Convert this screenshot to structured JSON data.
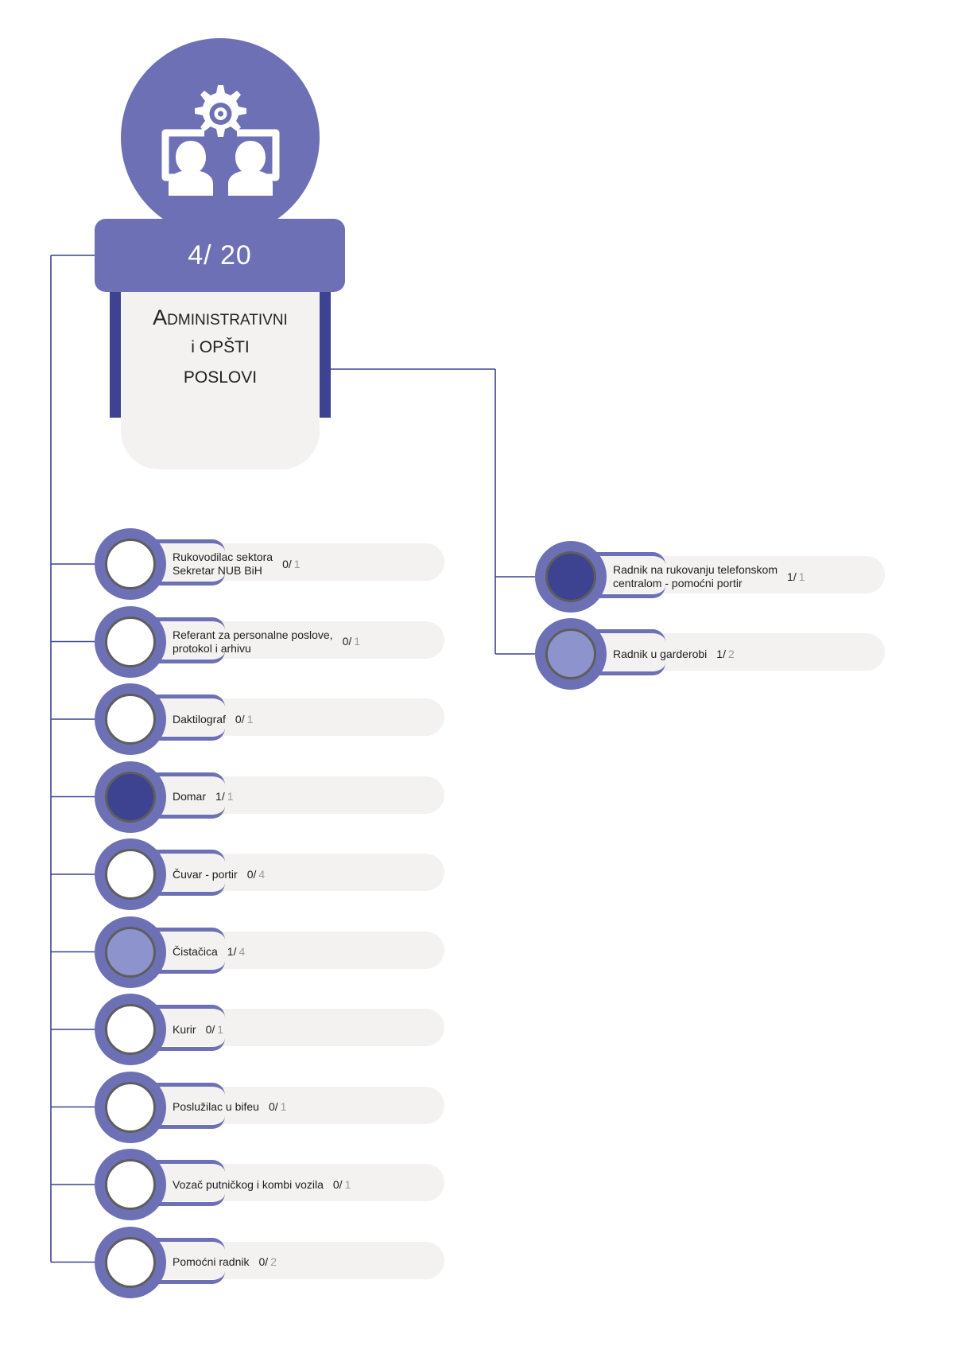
{
  "header": {
    "count": "4/ 20",
    "title_lines": [
      "Administrativni",
      "i OPŠTI",
      "POSLOVI"
    ],
    "icon": "team-gear-icon"
  },
  "colors": {
    "accent": "#6d70b5",
    "dark": "#3d4291",
    "light": "#8d93cc",
    "pill": "#f3f2f1",
    "line": "#3d4291"
  },
  "left_roles": [
    {
      "lines": [
        "Rukovodilac sektora",
        "Sekretar NUB BiH"
      ],
      "filled": "0",
      "total": "1",
      "state": "empty"
    },
    {
      "lines": [
        "Referant za personalne poslove,",
        "protokol i arhivu"
      ],
      "filled": "0",
      "total": "1",
      "state": "empty"
    },
    {
      "lines": [
        "Daktilograf"
      ],
      "filled": "0",
      "total": "1",
      "state": "empty"
    },
    {
      "lines": [
        "Domar"
      ],
      "filled": "1",
      "total": "1",
      "state": "full"
    },
    {
      "lines": [
        "Čuvar - portir"
      ],
      "filled": "0",
      "total": "4",
      "state": "empty"
    },
    {
      "lines": [
        "Čistačica"
      ],
      "filled": "1",
      "total": "4",
      "state": "partial"
    },
    {
      "lines": [
        "Kurir"
      ],
      "filled": "0",
      "total": "1",
      "state": "empty"
    },
    {
      "lines": [
        "Poslužilac u bifeu"
      ],
      "filled": "0",
      "total": "1",
      "state": "empty"
    },
    {
      "lines": [
        "Vozač putničkog i kombi vozila"
      ],
      "filled": "0",
      "total": "1",
      "state": "empty"
    },
    {
      "lines": [
        "Pomoćni radnik"
      ],
      "filled": "0",
      "total": "2",
      "state": "empty"
    }
  ],
  "right_roles": [
    {
      "lines": [
        "Radnik na rukovanju telefonskom",
        "centralom - pomoćni portir"
      ],
      "filled": "1",
      "total": "1",
      "state": "full"
    },
    {
      "lines": [
        "Radnik u garderobi"
      ],
      "filled": "1",
      "total": "2",
      "state": "partial"
    }
  ]
}
